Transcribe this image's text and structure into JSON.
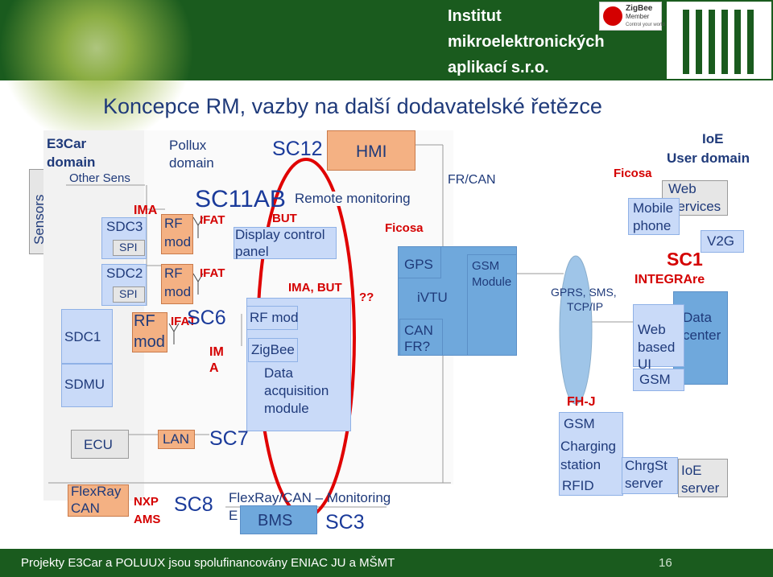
{
  "header": {
    "org_line1": "Institut",
    "org_line2": "mikroelektronických",
    "org_line3": "aplikací  s.r.o.",
    "zigbee_logo_text": "ZigBee",
    "zigbee_member": "Member",
    "zigbee_tagline": "Control your world"
  },
  "title": "Koncepce RM, vazby na další dodavatelské řetězce",
  "labels": {
    "sensors": "Sensors",
    "e3car": "E3Car",
    "domain1": "domain",
    "other_sens": "Other Sens",
    "pollux": "Pollux",
    "domain2": "domain",
    "sc12": "SC12",
    "hmi": "HMI",
    "sc11ab": "SC11AB",
    "remote_monitoring": "Remote monitoring",
    "ima": "IMA",
    "sdc3": "SDC3",
    "spi1": "SPI",
    "rf_mod1a": "RF",
    "rf_mod1b": "mod",
    "ifat1": "IFAT",
    "but": "BUT",
    "display_control": "Display control",
    "panel": "panel",
    "ficosa_mid": "Ficosa",
    "fr_can_top": "FR/CAN",
    "sdc2": "SDC2",
    "spi2": "SPI",
    "rf_mod2a": "RF",
    "rf_mod2b": "mod",
    "ifat2": "IFAT",
    "ima_but": "IMA, BUT",
    "qq": "??",
    "gps": "GPS",
    "ivtu": "iVTU",
    "gsm_module_a": "GSM",
    "gsm_module_b": "Module",
    "sdc1": "SDC1",
    "rf_mod3a": "RF",
    "rf_mod3b": "mod",
    "ifat3": "IFAT",
    "sc6": "SC6",
    "rf_mod4": "RF mod",
    "can_fr_a": "CAN",
    "can_fr_b": "FR?",
    "ima_vert_a": "IM",
    "ima_vert_b": "A",
    "zigbee": "ZigBee",
    "data_acq_a": "Data",
    "data_acq_b": "acquisition",
    "data_acq_c": "module",
    "sdmu": "SDMU",
    "ecu": "ECU",
    "lan": "LAN",
    "sc7": "SC7",
    "flexray_a": "FlexRay",
    "flexray_b": "CAN",
    "nxp": "NXP",
    "ams": "AMS",
    "sc8": "SC8",
    "flexray_can_monitoring": "FlexRay/CAN – Monitoring",
    "e_letter": "E",
    "bms": "BMS",
    "sc3": "SC3",
    "ioe": "IoE",
    "user_domain": "User domain",
    "ficosa_right": "Ficosa",
    "web_services_a": "Web",
    "web_services_b": "Services",
    "mobile_a": "Mobile",
    "mobile_b": "phone",
    "v2g": "V2G",
    "sc1": "SC1",
    "integrare": "INTEGRAre",
    "gprs_a": "GPRS, SMS,",
    "gprs_b": "TCP/IP",
    "web_based_a": "Web",
    "web_based_b": "based",
    "web_based_c": "UI",
    "data_center_a": "Data",
    "data_center_b": "center",
    "gsm_right": "GSM",
    "fhj": "FH-J",
    "gsm_fhj": "GSM",
    "charging_a": "Charging",
    "charging_b": "station",
    "rfid": "RFID",
    "chrgst_a": "ChrgSt",
    "chrgst_b": "server",
    "ioe_server_a": "IoE",
    "ioe_server_b": "server"
  },
  "footer": {
    "text": "Projekty E3Car a POLUUX jsou spolufinancovány ENIAC JU a MŠMT",
    "page": "16"
  }
}
